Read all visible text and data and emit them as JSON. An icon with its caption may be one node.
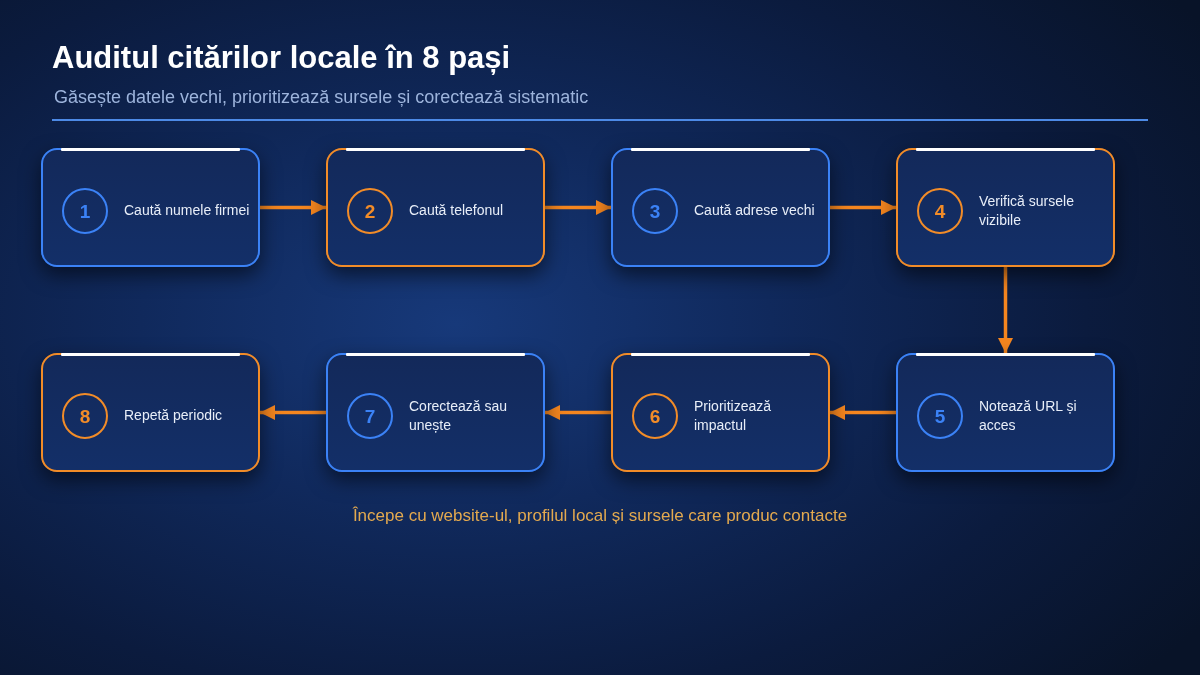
{
  "diagram": {
    "title": "Auditul citărilor locale în 8 pași",
    "nodes": [
      {
        "text": [
          "1",
          "Caută numele firmei"
        ]
      },
      {
        "text": [
          "2",
          "Caută telefonul"
        ]
      },
      {
        "text": [
          "3",
          "Caută adrese vechi"
        ]
      },
      {
        "text": [
          "4",
          "Verifică sursele vizibile"
        ]
      },
      {
        "text": [
          "5",
          "Notează URL și acces"
        ]
      },
      {
        "text": [
          "6",
          "Prioritizează impactul"
        ]
      },
      {
        "text": [
          "7",
          "Corectează sau unește"
        ]
      },
      {
        "text": [
          "8",
          "Repetă periodic"
        ]
      }
    ],
    "edges": [
      {
        "from": 0,
        "to": 1,
        "arrow": "to"
      },
      {
        "from": 1,
        "to": 2,
        "arrow": "to"
      },
      {
        "from": 2,
        "to": 3,
        "arrow": "to"
      },
      {
        "from": 3,
        "to": 4,
        "arrow": "to"
      },
      {
        "from": 4,
        "to": 5,
        "arrow": "to"
      },
      {
        "from": 5,
        "to": 6,
        "arrow": "to"
      },
      {
        "from": 6,
        "to": 7,
        "arrow": "to"
      }
    ],
    "labels": [
      "Găsește datele vechi, prioritizează sursele și corectează sistematic",
      "Începe cu website-ul, profilul local și sursele care produc contacte"
    ]
  }
}
